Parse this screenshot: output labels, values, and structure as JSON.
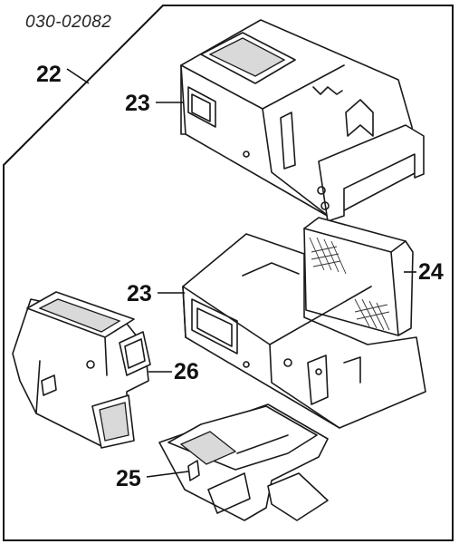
{
  "reference_code": "030-02082",
  "callouts": {
    "assembly": "22",
    "upper_case": "23",
    "lower_case": "23",
    "filter": "24",
    "heater_unit": "26",
    "duct": "25"
  }
}
